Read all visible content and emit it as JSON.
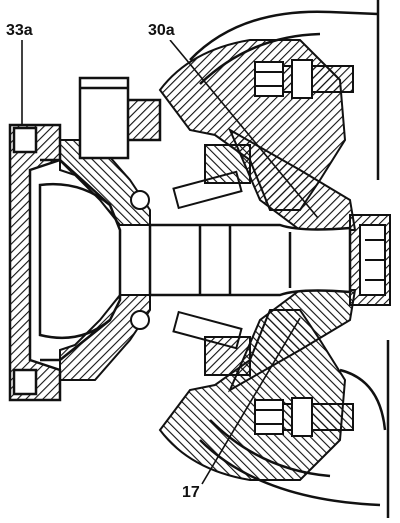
{
  "diagram": {
    "callouts": {
      "part_33a": "33a",
      "part_30a": "30a",
      "part_17": "17"
    },
    "colors": {
      "ink": "#111111",
      "paper": "#ffffff"
    }
  }
}
